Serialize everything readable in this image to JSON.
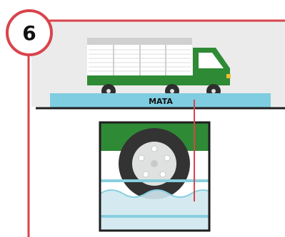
{
  "step_badge": {
    "number": "6"
  },
  "scale": {
    "label": "MATA"
  },
  "colors": {
    "frame_red": "#d9434b",
    "panel_grey": "#ebebeb",
    "truck_green": "#2f8a35",
    "cargo_grey": "#cfd0cf",
    "scale_blue": "#7fcde0",
    "water_light": "#cfe8ee",
    "water_line": "#88cfe0",
    "tire_dark": "#333333",
    "hub_grey": "#dfe1e1",
    "ground_dark": "#1e1e1e"
  },
  "icons": [
    "step-number-badge",
    "truck-icon",
    "weighbridge-scale",
    "tire-icon",
    "water-waves"
  ]
}
